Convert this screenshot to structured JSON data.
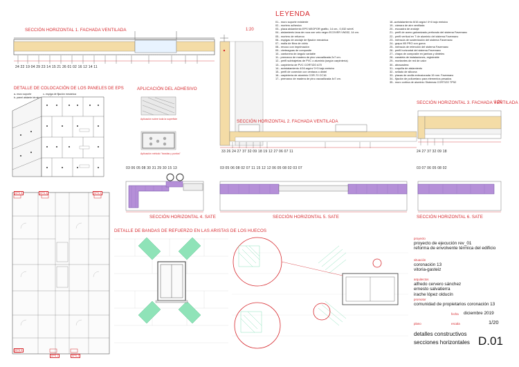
{
  "sections": {
    "fachada1_title": "SECCIÓN HORIZONTAL 1. FACHADA VENTILADA",
    "fachada1_scale": "1:20",
    "fachada1_callouts": "24  22  19  04  29  23  14  15  21  26  01  02       16  12  14  11",
    "fachada2_title": "SECCIÓN HORIZONTAL 2. FACHADA VENTILADA",
    "fachada2_callouts": "33  26  24  27  37  32  09  18      19      12  27  06  07  11",
    "fachada3_title": "SECCIÓN HORIZONTAL 3. FACHADA VENTILADA",
    "fachada3_scale": "1:20",
    "fachada3_callouts": "24  27  37  32  09  18",
    "sate4_title": "SECCIÓN HORIZONTAL 4. SATE",
    "sate4_callouts": "03  06  05  08  30  31  29  30  15  13",
    "sate5_title": "SECCIÓN HORIZONTAL 5. SATE",
    "sate5_callouts": "03  05  06  08  02  07  11  15  12       12  06  05  08  02  03  07",
    "sate6_title": "SECCIÓN HORIZONTAL 6. SATE",
    "sate6_callouts": "03  07  06  05  08  02"
  },
  "details": {
    "eps_title": "DETALLE DE COLOCACIÓN DE LOS PANELES DE EPS",
    "eps_notes": [
      "a- muro soporte",
      "b- panel aislante térmico",
      "c- espiga de fijación mecánica",
      "d- perfil base"
    ],
    "adhesivo_title": "APLICACIÓN DEL ADHESIVO",
    "adhesivo_caption1": "Aplicación sobre toda la superficie",
    "adhesivo_caption2": "Aplicación método \"bandas y puntos\"",
    "bandas_title": "DETALLE DE BANDAS DE REFUERZO EN LAS ARISTAS DE LOS HUECOS",
    "plan_tags": [
      "EPS 5",
      "EPS 5",
      "EPS 5",
      "EPS 5",
      "EPS 1",
      "EPS 2"
    ]
  },
  "legend": {
    "title": "LEYENDA",
    "col1": [
      "01.- muro soporte existente",
      "02.- mortero adhesivo",
      "03.- placa aislamiento EPS NEOPOR grafito, 14 cm., 0,032 w/mK",
      "04.- aislamiento lana de roca con velo negro ECOVER VN032, 14 cm.",
      "05.- mortero de refuerzo",
      "06.- espigas de anclaje de fijación mecánica",
      "07.- malla de fibra de vidrio",
      "08.- revoco con imprimación",
      "09.- vierteaguas de composite",
      "10.- cantonera de ángulo variable",
      "11.- premarco de madera de pino vacoaliizada 2x7 cm.",
      "12.- perfil subtrajertas de PVC o aluminio (según carpintería)",
      "13.- carpintería de PVC CORTIZO A70",
      "14.- acristalamiento 4/16 argón/ 3+3 bajo emisivo",
      "15.- perfil de conexión con ventana o dintel",
      "16.- carpintería de aluminio COR-70 CC16",
      "17.- premarco de madera de pino vacoaliizada 4x7 cm."
    ],
    "col2": [
      "18.-acristalamiento 6/16 argón/ 4+4 bajo emisivo",
      "19.- cámara de aire ventilada",
      "20.- escuadra de anclaje",
      "21.- perfil de acero galvanizado perforado del sistema Favemanc",
      "22.- perfil vertical en T de aluminio del sistema Favemanc",
      "23.- ménsula de sustentación del sistema Favemanc",
      "24.- grapa XB PRO con goma",
      "25.- ménsula de retención del sistema Favemanc",
      "26.- perfil horizontal del sistema Favemanc",
      "27.- chapa de composite en jambas y dinteles",
      "28.- canaleta de instalaciones, registrable",
      "29.- montantes de red de calor",
      "30.- abrazadera",
      "31.- coquilla de aislamiento",
      "32.- sellado de silicona",
      "33.- placas de arcilla extrusionada 19 mm. Favemanc",
      "34.- fijación de poliuretano para elementos pesados",
      "35.- muro cortina de aluminio Sistemas CORTIZO TP52"
    ]
  },
  "title_block": {
    "proyecto_label": "proyecto",
    "proyecto_value": [
      "proyecto de ejecución rev_01",
      "reforma de envolvente térmica del edificio"
    ],
    "situacion_label": "situación",
    "situacion_value": [
      "coronación 13",
      "vitoria-gasteiz"
    ],
    "arquitectos_label": "arquitectos",
    "arquitectos_value": [
      "alfredo cervero sánchez",
      "ernesto salvatierra",
      "irache lópez olducín"
    ],
    "promotor_label": "promotor",
    "promotor_value": "comunidad de propietarios coronación 13",
    "fecha_label": "fecha",
    "fecha_value": "diciembre 2019",
    "escala_label": "escala",
    "escala_value": "1/20",
    "plano_label": "plano",
    "plano_value": [
      "detalles constructivos",
      "secciones horizontales"
    ],
    "plano_number": "D.01"
  },
  "colors": {
    "accent": "#d6262b",
    "insulation": "#b58fd8",
    "wool": "#f1d69a",
    "mesh": "#58d39c"
  }
}
